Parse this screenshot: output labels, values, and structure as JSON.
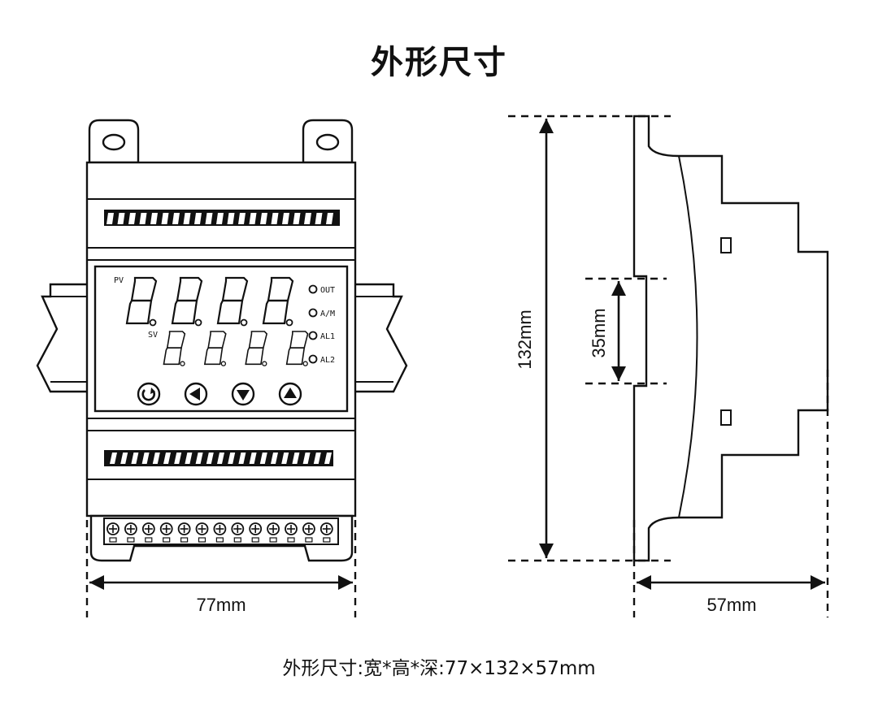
{
  "title": "外形尺寸",
  "front_view": {
    "display_labels": {
      "pv": "PV",
      "sv": "SV"
    },
    "indicators": [
      "OUT",
      "A/M",
      "AL1",
      "AL2"
    ],
    "width_label": "77mm",
    "terminal_count": 13
  },
  "side_view": {
    "height_label": "132mm",
    "rail_label": "35mm",
    "depth_label": "57mm"
  },
  "footer": "外形尺寸:宽*高*深:77×132×57mm"
}
